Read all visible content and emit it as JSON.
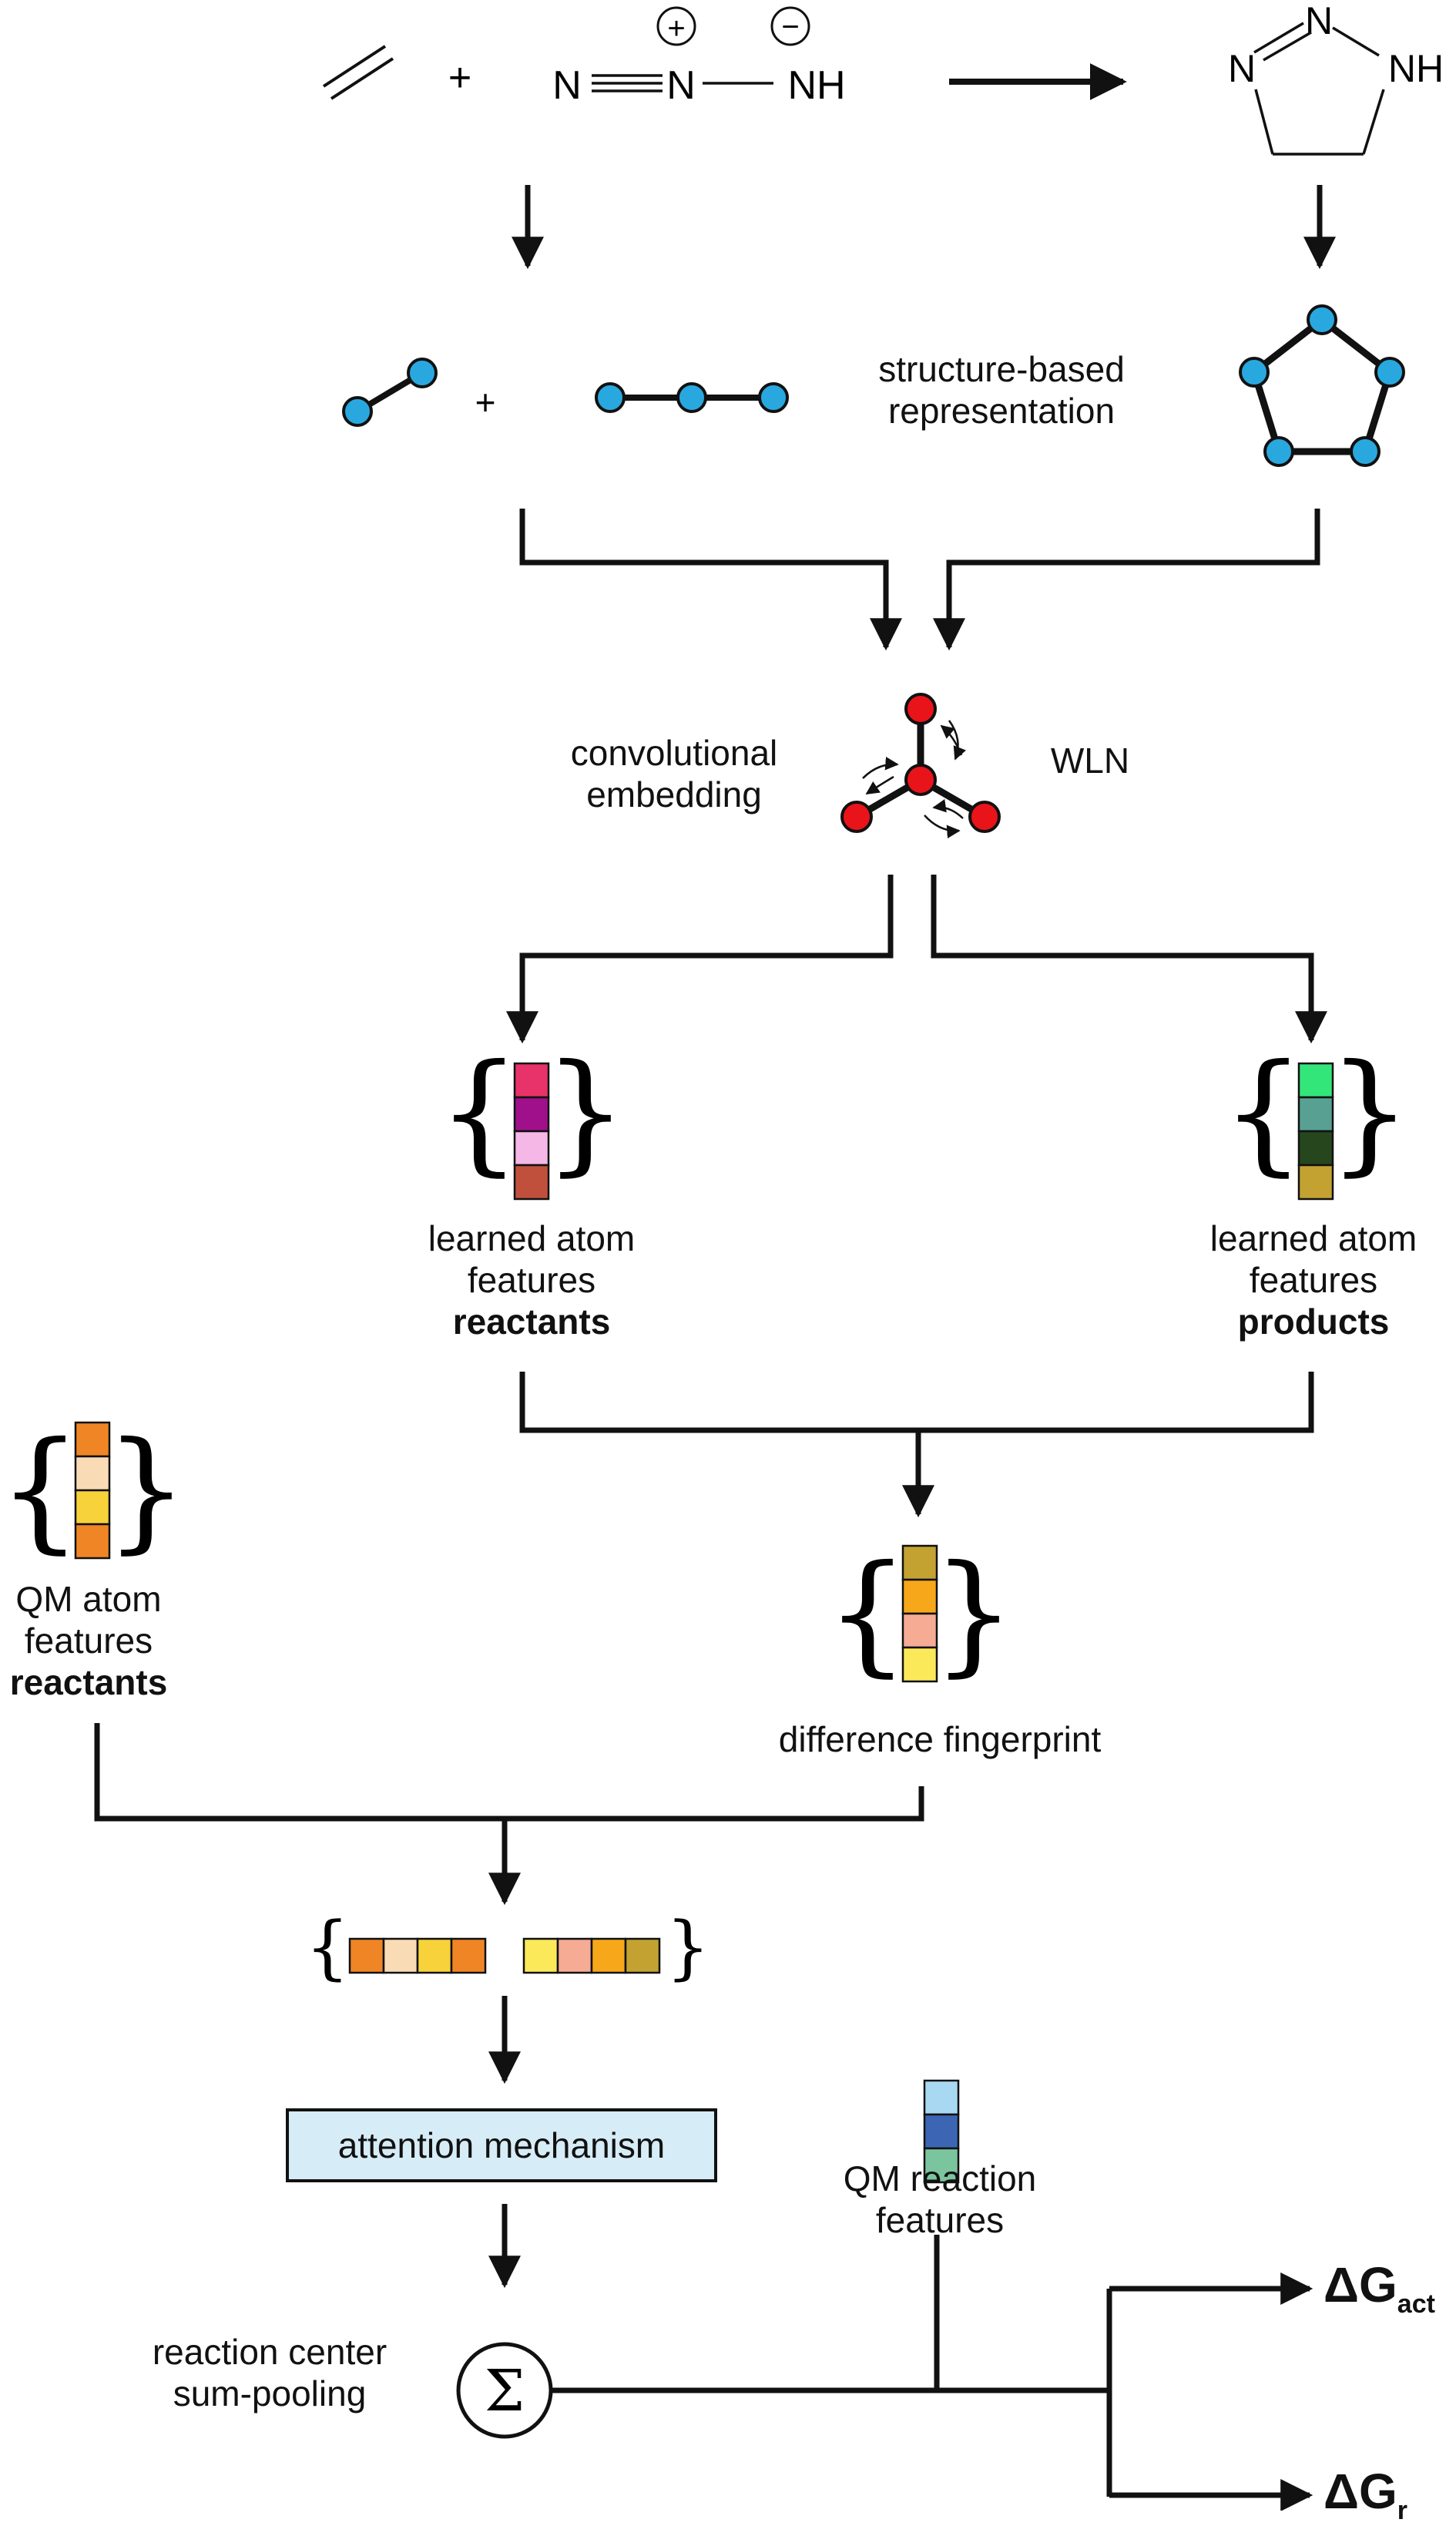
{
  "top": {
    "plus_1": "+",
    "azide_N1": "N",
    "azide_N2": "N",
    "azide_NH": "NH",
    "charge_plus": "+",
    "charge_minus": "−",
    "product_N_left": "N",
    "product_N_top": "N",
    "product_NH": "NH",
    "plus_2": "+",
    "structure_label_1": "structure-based",
    "structure_label_2": "representation"
  },
  "wln": {
    "embedding_1": "convolutional",
    "embedding_2": "embedding",
    "name": "WLN"
  },
  "reactant_features": {
    "line1": "learned atom",
    "line2": "features",
    "line3": "reactants",
    "colors": [
      "#e8336a",
      "#a0108a",
      "#f5b8e6",
      "#c0503c"
    ]
  },
  "product_features": {
    "line1": "learned atom",
    "line2": "features",
    "line3": "products",
    "colors": [
      "#33e67a",
      "#58a092",
      "#26461e",
      "#c3a232"
    ]
  },
  "qm_atom": {
    "line1": "QM atom",
    "line2": "features",
    "line3": "reactants",
    "colors": [
      "#f08526",
      "#f9dcb6",
      "#f8d23a",
      "#f08526"
    ]
  },
  "difference": {
    "label": "difference fingerprint",
    "colors": [
      "#c3a232",
      "#f6a81a",
      "#f5ab94",
      "#fbe95a"
    ]
  },
  "concat": {
    "colors_left": [
      "#f08526",
      "#f9dcb6",
      "#f8d23a",
      "#f08526"
    ],
    "colors_right": [
      "#fbe95a",
      "#f5ab94",
      "#f6a81a",
      "#c3a232"
    ]
  },
  "attention": {
    "label": "attention mechanism"
  },
  "qm_reaction": {
    "line1": "QM reaction",
    "line2": "features",
    "colors": [
      "#a9d8f2",
      "#3c66b4",
      "#7bc59e"
    ]
  },
  "pooling": {
    "line1": "reaction center",
    "line2": "sum-pooling",
    "symbol": "Σ"
  },
  "outputs": {
    "act_main": "ΔG",
    "act_sub": "act",
    "r_main": "ΔG",
    "r_sub": "r"
  },
  "colors": {
    "structure_node": "#29a8df",
    "wln_node": "#e8141a",
    "attention_fill": "#d6ecf6",
    "line": "#111111"
  },
  "icons": [
    "structure-node-icon",
    "wln-node-icon",
    "sigma-icon",
    "curly-brace-icon",
    "arrow-icon"
  ]
}
